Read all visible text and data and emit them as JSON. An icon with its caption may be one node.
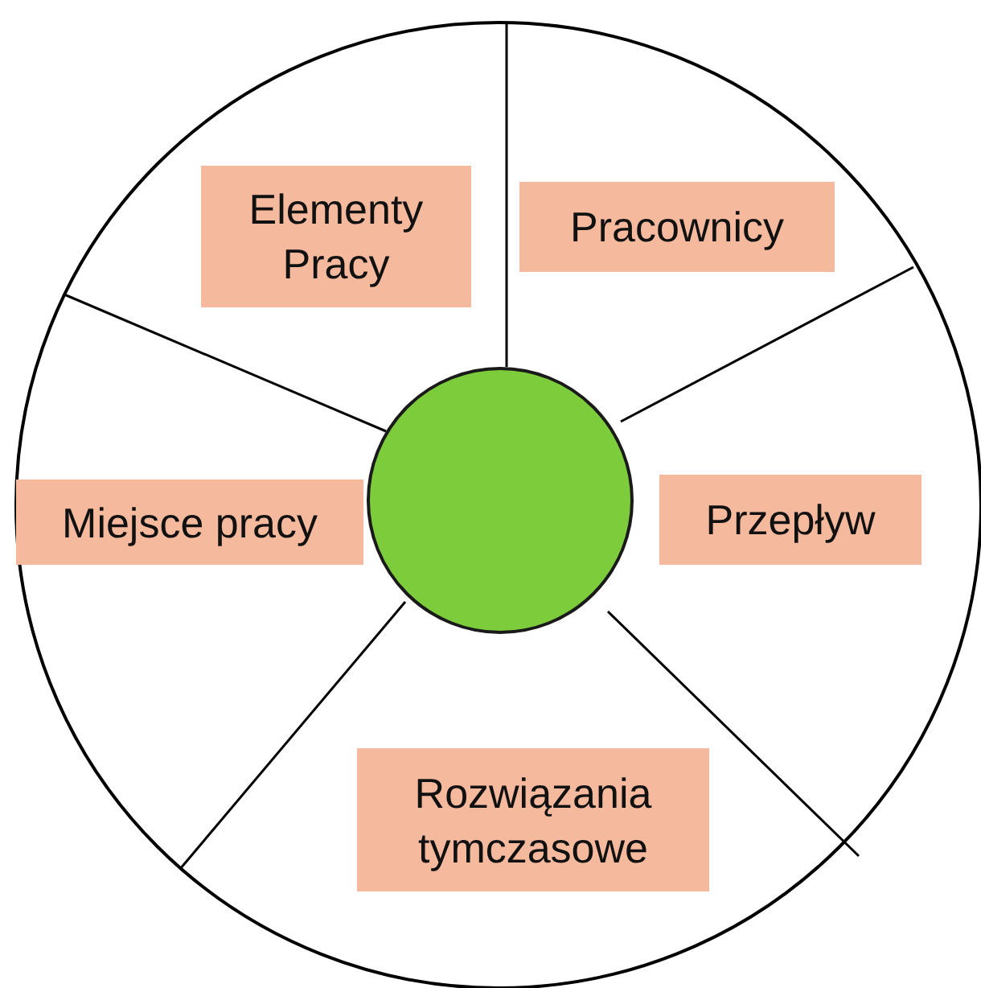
{
  "diagram": {
    "nodes": [
      {
        "text": [],
        "shape": "circle"
      },
      {
        "text": [
          "Elementy Pracy"
        ]
      },
      {
        "text": [
          "Pracownicy"
        ]
      },
      {
        "text": [
          "Miejsce pracy"
        ]
      },
      {
        "text": [
          "Przepływ"
        ]
      },
      {
        "text": [
          "Rozwiązania tymczasowe"
        ]
      }
    ]
  }
}
